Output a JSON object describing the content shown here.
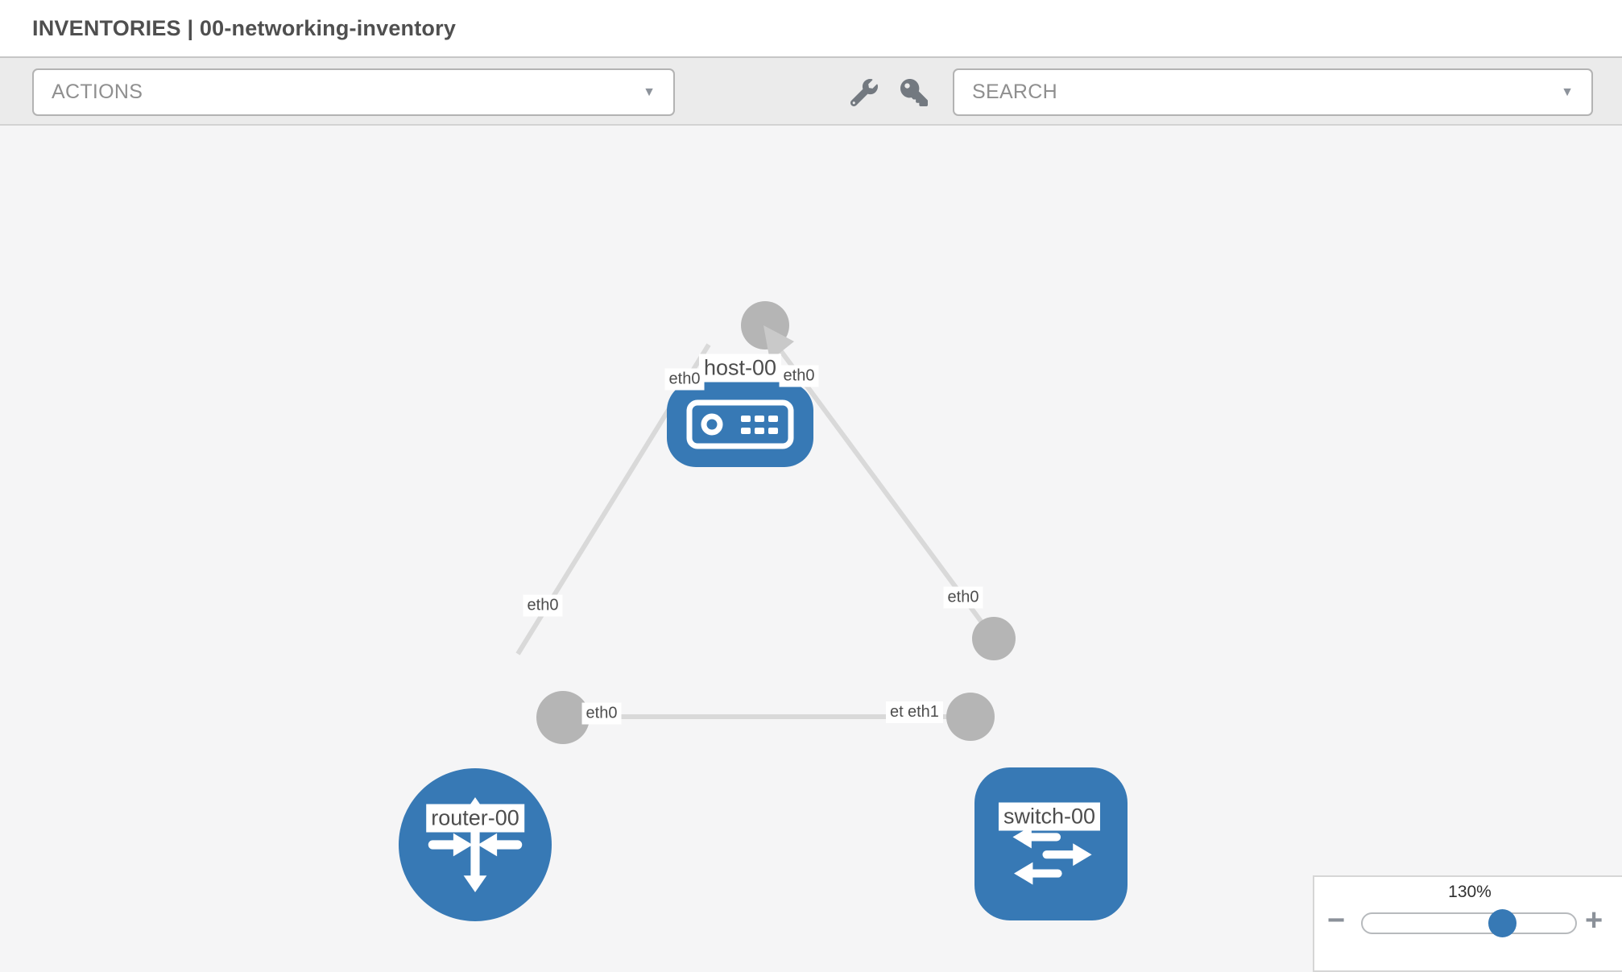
{
  "header": {
    "title": "INVENTORIES | 00-networking-inventory",
    "close_glyph": "×"
  },
  "toolbar": {
    "actions_label": "ACTIONS",
    "search_label": "SEARCH",
    "caret_glyph": "▼",
    "icon_names": [
      "wrench-icon",
      "key-icon"
    ]
  },
  "topology": {
    "nodes": [
      {
        "id": "host-00",
        "label": "host-00",
        "type": "host"
      },
      {
        "id": "router-00",
        "label": "router-00",
        "type": "router"
      },
      {
        "id": "switch-00",
        "label": "switch-00",
        "type": "switch"
      }
    ],
    "links": [
      {
        "from": "host-00",
        "to": "router-00",
        "from_interface": "eth0",
        "to_interface": "eth0"
      },
      {
        "from": "host-00",
        "to": "switch-00",
        "from_interface": "eth0",
        "to_interface": "eth0"
      },
      {
        "from": "router-00",
        "to": "switch-00",
        "from_interface": "eth0",
        "to_interface": "eth1"
      }
    ],
    "interface_labels": {
      "host_to_router": "eth0",
      "router_to_host": "eth0",
      "host_to_switch": "eth0",
      "switch_to_host": "eth0",
      "router_to_switch": "eth0",
      "switch_to_router_hidden": "eth0",
      "switch_to_router": "eth1"
    }
  },
  "zoom": {
    "level": "130%",
    "out_glyph": "−",
    "in_glyph": "+"
  },
  "colors": {
    "node_blue": "#3779b5",
    "link_gray": "#d9d9d9",
    "interface_dot_gray": "#b5b5b5",
    "canvas_bg": "#f5f5f6",
    "toolbar_bg": "#ebebeb"
  }
}
